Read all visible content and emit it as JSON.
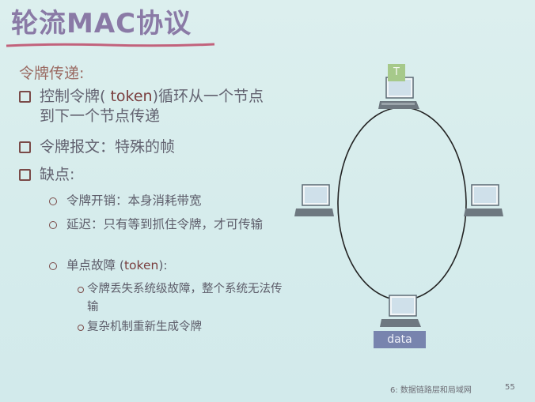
{
  "slide": {
    "title": "轮流MAC协议",
    "subheading": "令牌传递:",
    "bullets": [
      {
        "pre": "控制令牌( ",
        "token": "token",
        "post": ")循环从一个节点到下一个节点传递"
      },
      {
        "text": "令牌报文：特殊的帧"
      },
      {
        "text": "缺点:"
      }
    ],
    "sub_bullets": [
      {
        "text": "令牌开销：本身消耗带宽"
      },
      {
        "text": "延迟：只有等到抓住令牌，才可传输"
      },
      {
        "pre": "单点故障 (",
        "token": "token",
        "post": "):"
      }
    ],
    "sub_sub_bullets": [
      {
        "text": "令牌丢失系统级故障，整个系统无法传输"
      },
      {
        "text": "复杂机制重新生成令牌"
      }
    ],
    "diagram": {
      "token_label": "T",
      "data_label": "data",
      "token_color": "#a6c98a",
      "data_color": "#7884ae"
    },
    "footer": "6: 数据链路层和局域网",
    "page_number": "55"
  }
}
